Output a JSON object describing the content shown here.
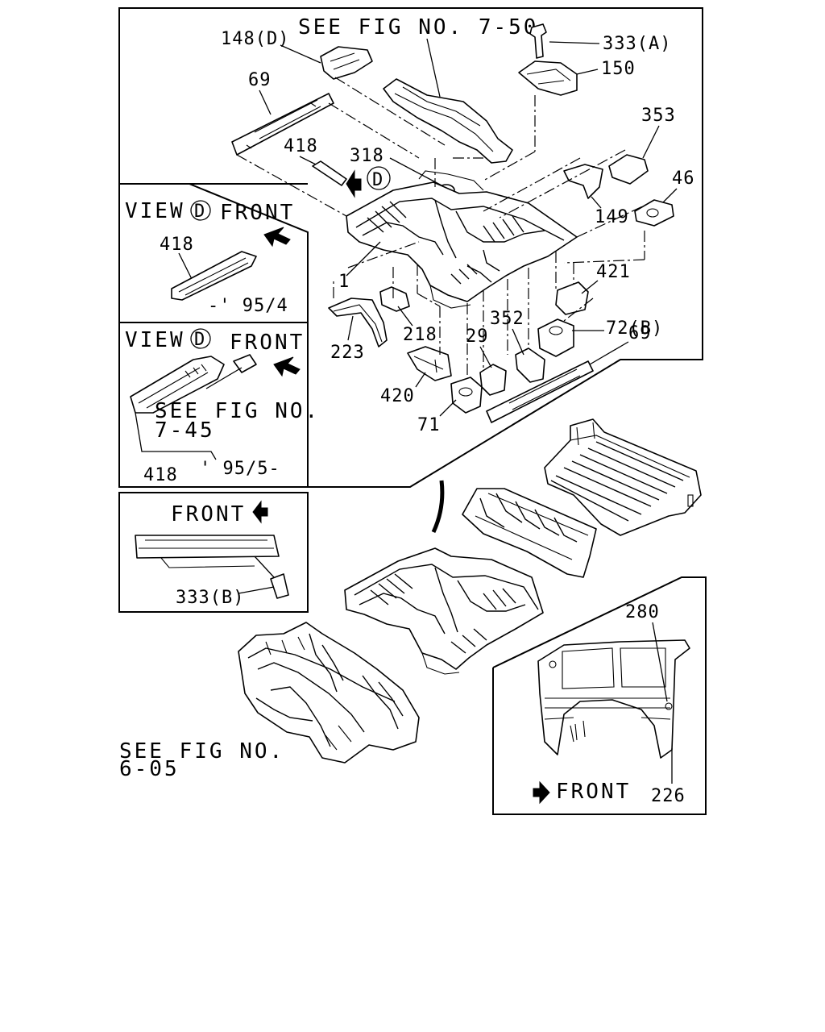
{
  "references": {
    "top": "SEE FIG NO. 7-50",
    "inset": "SEE FIG NO.",
    "inset_num": "7-45",
    "bottom": "SEE FIG NO.",
    "bottom_num": "6-05"
  },
  "views": {
    "view1_title": "VIEW",
    "view1_letter": "D",
    "view1_front": "FRONT",
    "view1_part": "418",
    "view1_date": "-' 95/4",
    "view2_title": "VIEW",
    "view2_letter": "D",
    "view2_front": "FRONT",
    "view2_part": "418",
    "view2_date": "' 95/5-",
    "detail_front": "FRONT",
    "detail_part": "333(B)",
    "side_front": "FRONT",
    "side_part_a": "280",
    "side_part_b": "226"
  },
  "view_marker": "D",
  "parts": {
    "p148d": "148(D)",
    "p333a": "333(A)",
    "p150": "150",
    "p69a": "69",
    "p353": "353",
    "p418": "418",
    "p318": "318",
    "p46": "46",
    "p149": "149",
    "p1": "1",
    "p421": "421",
    "p72b": "72(B)",
    "p352": "352",
    "p69b": "69",
    "p29": "29",
    "p218": "218",
    "p223": "223",
    "p420": "420",
    "p71": "71"
  }
}
